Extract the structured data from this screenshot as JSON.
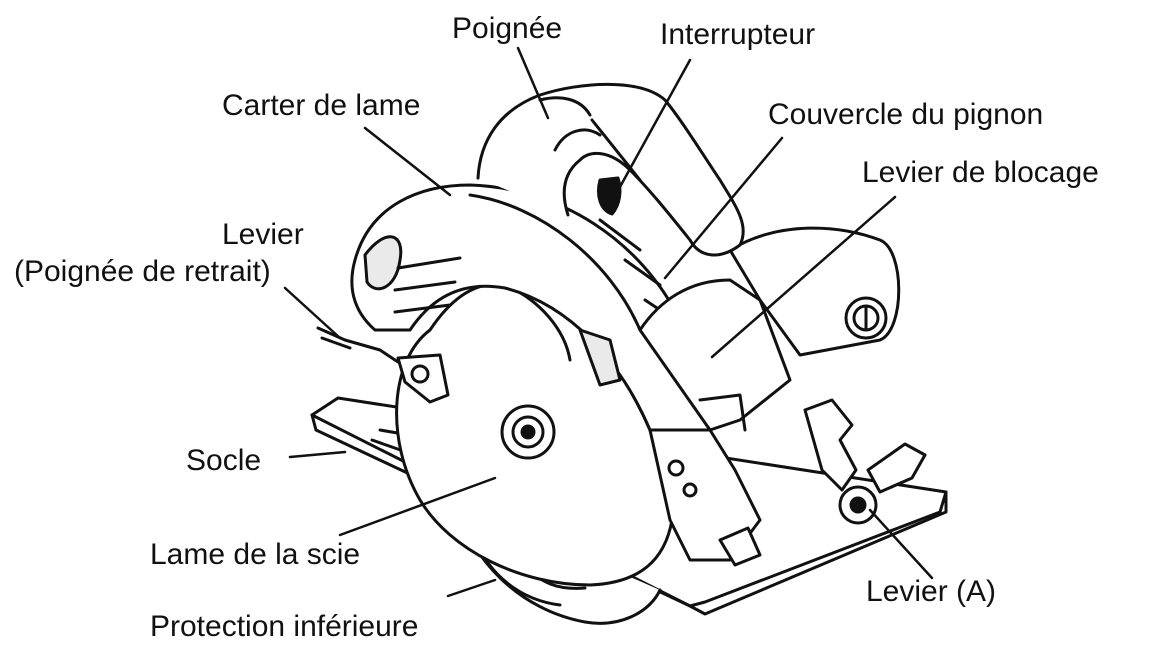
{
  "labels": {
    "handle": "Poignée",
    "switch": "Interrupteur",
    "blade_case": "Carter de lame",
    "gear_cover": "Couvercle du pignon",
    "lock_lever": "Levier de blocage",
    "lever_line1": "Levier",
    "lever_line2": "(Poignée de retrait)",
    "base": "Socle",
    "saw_blade": "Lame de la scie",
    "lever_a": "Levier (A)",
    "lower_guard": "Protection inférieure"
  },
  "colors": {
    "ink": "#111111",
    "background": "#ffffff",
    "shade": "#e6e6e6"
  }
}
